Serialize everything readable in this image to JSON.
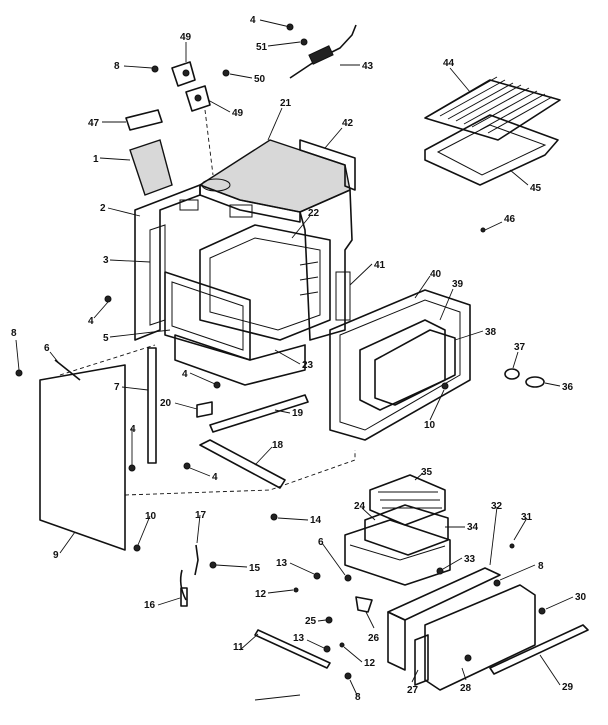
{
  "diagram": {
    "callouts": [
      {
        "id": "c4a",
        "text": "4"
      },
      {
        "id": "c51",
        "text": "51"
      },
      {
        "id": "c43",
        "text": "43"
      },
      {
        "id": "c49a",
        "text": "49"
      },
      {
        "id": "c8a",
        "text": "8"
      },
      {
        "id": "c50",
        "text": "50"
      },
      {
        "id": "c49b",
        "text": "49"
      },
      {
        "id": "c47",
        "text": "47"
      },
      {
        "id": "c21",
        "text": "21"
      },
      {
        "id": "c42",
        "text": "42"
      },
      {
        "id": "c44",
        "text": "44"
      },
      {
        "id": "c45",
        "text": "45"
      },
      {
        "id": "c1",
        "text": "1"
      },
      {
        "id": "c2",
        "text": "2"
      },
      {
        "id": "c22",
        "text": "22"
      },
      {
        "id": "c46",
        "text": "46"
      },
      {
        "id": "c3",
        "text": "3"
      },
      {
        "id": "c41",
        "text": "41"
      },
      {
        "id": "c40",
        "text": "40"
      },
      {
        "id": "c39",
        "text": "39"
      },
      {
        "id": "c38",
        "text": "38"
      },
      {
        "id": "c4b",
        "text": "4"
      },
      {
        "id": "c5",
        "text": "5"
      },
      {
        "id": "c8b",
        "text": "8"
      },
      {
        "id": "c6a",
        "text": "6"
      },
      {
        "id": "c37",
        "text": "37"
      },
      {
        "id": "c23",
        "text": "23"
      },
      {
        "id": "c36",
        "text": "36"
      },
      {
        "id": "c7",
        "text": "7"
      },
      {
        "id": "c4c",
        "text": "4"
      },
      {
        "id": "c20",
        "text": "20"
      },
      {
        "id": "c19",
        "text": "19"
      },
      {
        "id": "c10a",
        "text": "10"
      },
      {
        "id": "c4d",
        "text": "4"
      },
      {
        "id": "c18",
        "text": "18"
      },
      {
        "id": "c4e",
        "text": "4"
      },
      {
        "id": "c35",
        "text": "35"
      },
      {
        "id": "c14",
        "text": "14"
      },
      {
        "id": "c24",
        "text": "24"
      },
      {
        "id": "c34",
        "text": "34"
      },
      {
        "id": "c32",
        "text": "32"
      },
      {
        "id": "c31",
        "text": "31"
      },
      {
        "id": "c10b",
        "text": "10"
      },
      {
        "id": "c17",
        "text": "17"
      },
      {
        "id": "c9",
        "text": "9"
      },
      {
        "id": "c6b",
        "text": "6"
      },
      {
        "id": "c33",
        "text": "33"
      },
      {
        "id": "c13a",
        "text": "13"
      },
      {
        "id": "c15",
        "text": "15"
      },
      {
        "id": "c8c",
        "text": "8"
      },
      {
        "id": "c12a",
        "text": "12"
      },
      {
        "id": "c30",
        "text": "30"
      },
      {
        "id": "c25",
        "text": "25"
      },
      {
        "id": "c16",
        "text": "16"
      },
      {
        "id": "c26",
        "text": "26"
      },
      {
        "id": "c11",
        "text": "11"
      },
      {
        "id": "c13b",
        "text": "13"
      },
      {
        "id": "c12b",
        "text": "12"
      },
      {
        "id": "c27",
        "text": "27"
      },
      {
        "id": "c28",
        "text": "28"
      },
      {
        "id": "c29",
        "text": "29"
      },
      {
        "id": "c8d",
        "text": "8"
      }
    ]
  }
}
